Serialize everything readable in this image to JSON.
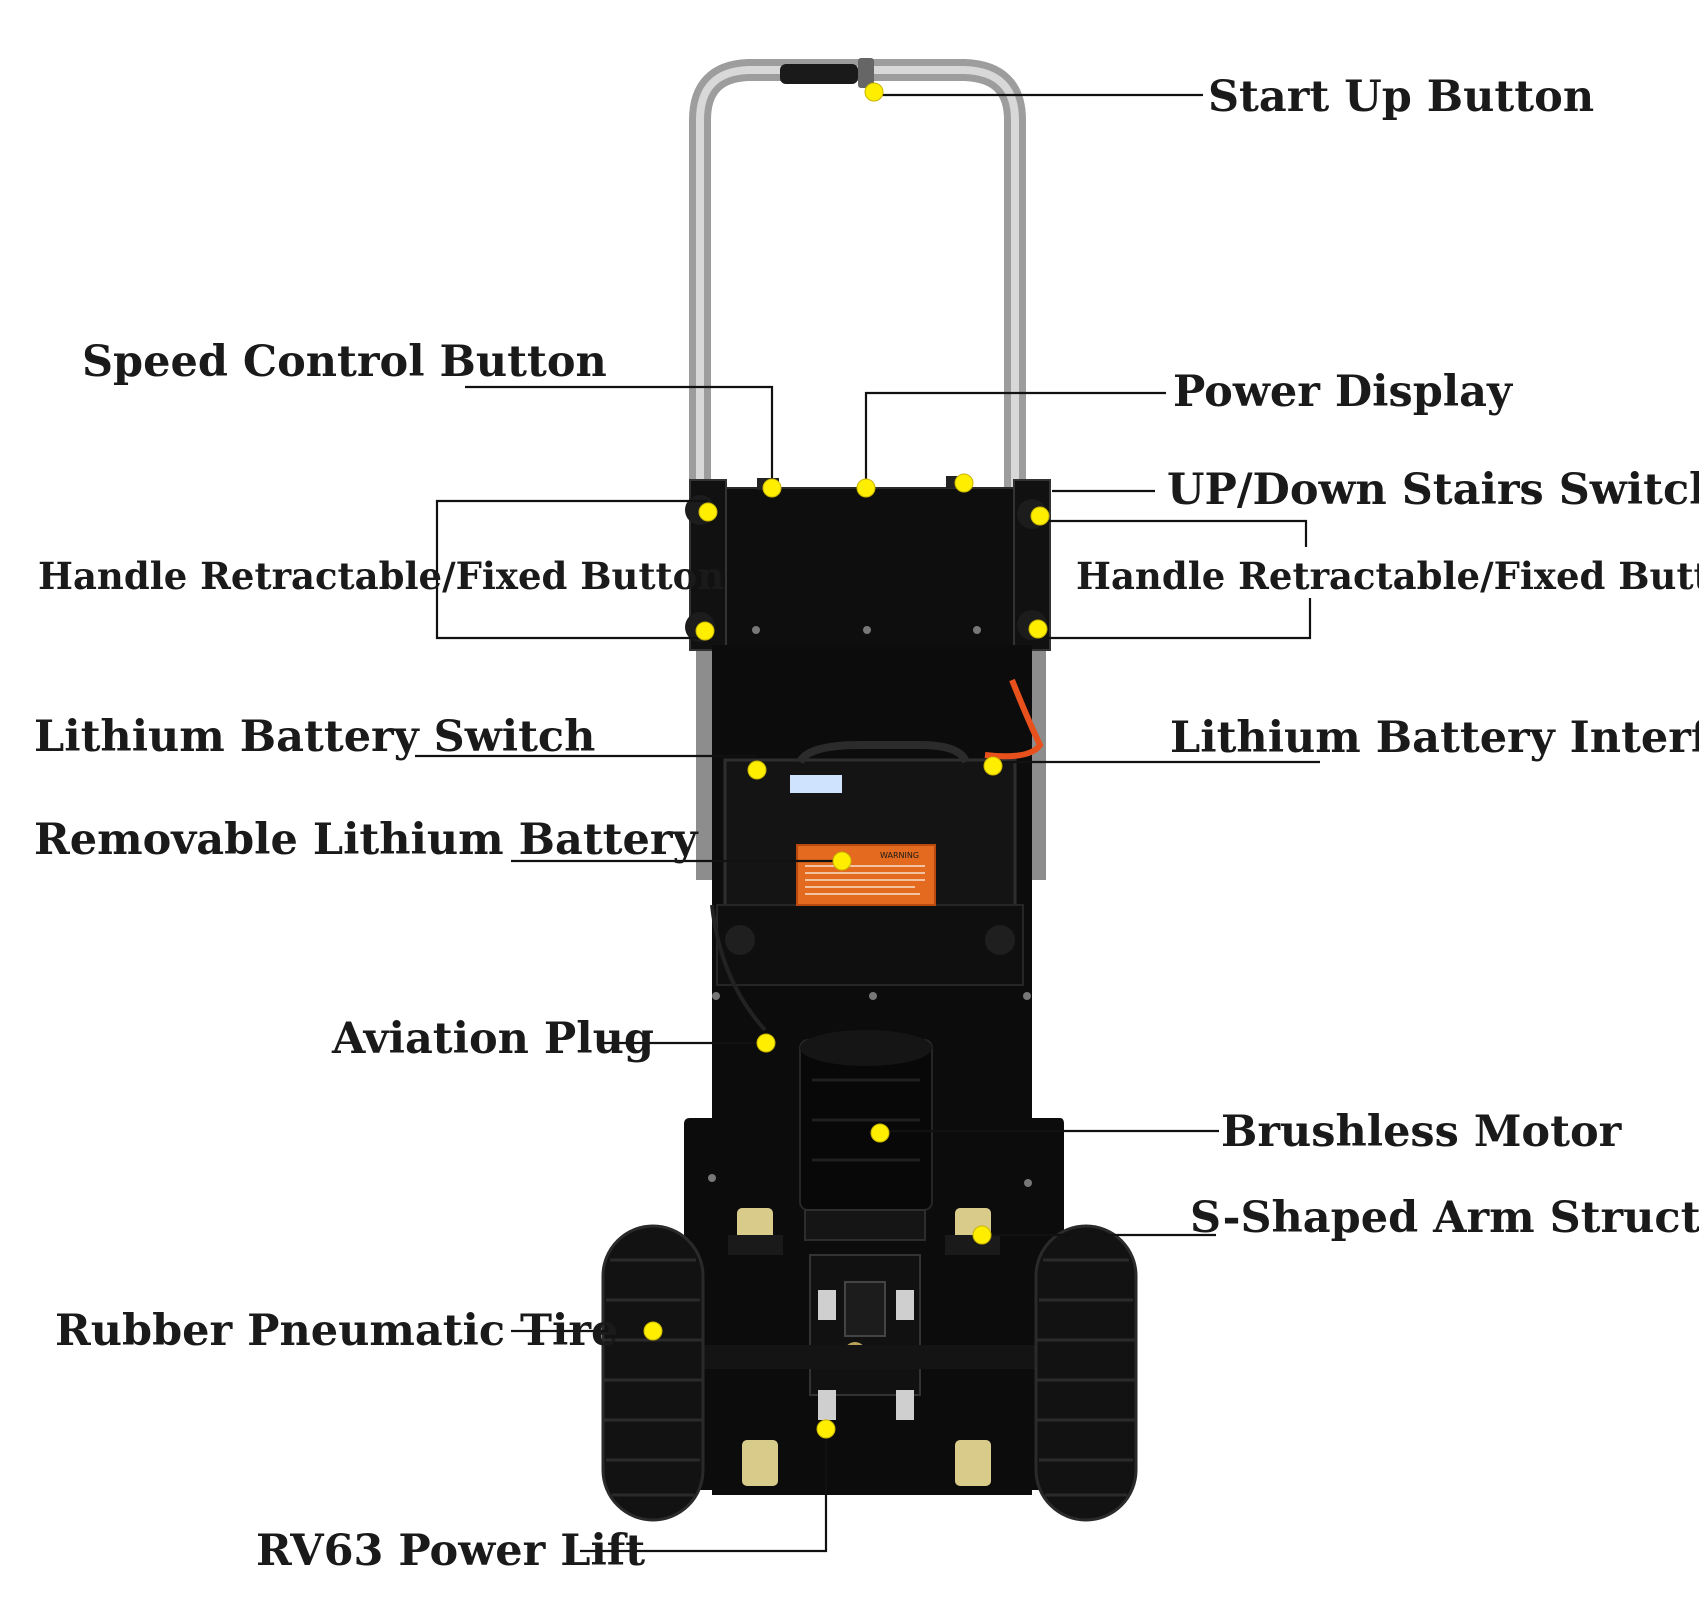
{
  "colors": {
    "background": "#ffffff",
    "callout_dot": "#ffee00",
    "body": "#0d0d0d",
    "handle": "#b9b9b9",
    "warning_label": "#e36a1e",
    "roller": "#d9cc8a",
    "cable": "#e8501c"
  },
  "labels": {
    "start_up": "Start Up Button",
    "speed_control": "Speed Control Button",
    "power_display": "Power Display",
    "up_down_switch": "UP/Down Stairs Switch",
    "handle_left": "Handle Retractable/Fixed Button",
    "handle_right": "Handle Retractable/Fixed Button",
    "battery_switch": "Lithium Battery Switch",
    "battery_interface": "Lithium Battery Interface",
    "removable_battery": "Removable Lithium Battery",
    "aviation_plug": "Aviation Plug",
    "brushless_motor": "Brushless Motor",
    "s_arm": "S-Shaped Arm Structure",
    "tire": "Rubber Pneumatic Tire",
    "power_lift": "RV63 Power Lift"
  },
  "battery_sticker": {
    "warning_text": "WARNING"
  }
}
